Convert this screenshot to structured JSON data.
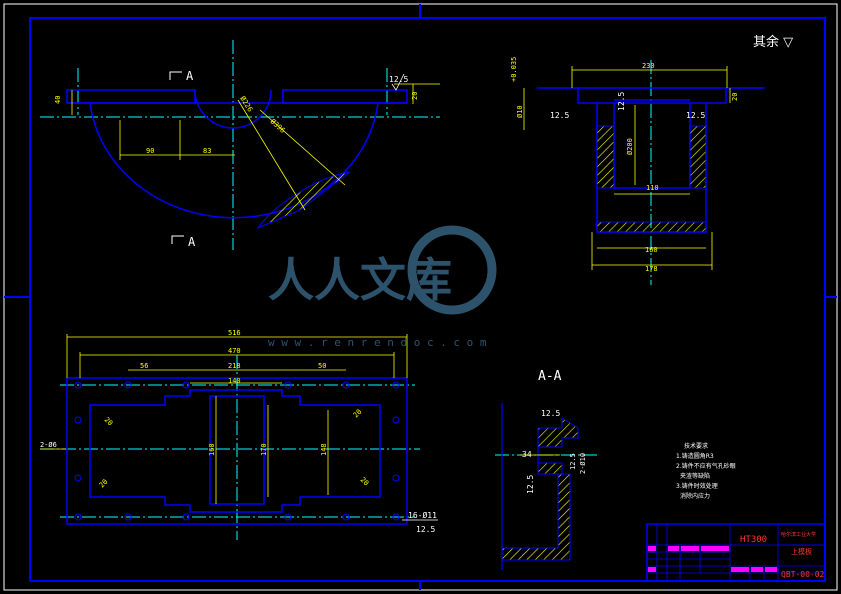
{
  "colors": {
    "background": "#000000",
    "outline": "#0000FF",
    "dimension": "#FFFF00",
    "center": "#00FFFF",
    "hatch": "#FFFF00",
    "text": "#FFFFFF",
    "title_red": "#FF3333",
    "title_magenta": "#FF00FF",
    "watermark": "#3C6E8F"
  },
  "top_view": {
    "section_mark_top": "A",
    "section_mark_bottom": "A",
    "dims": {
      "left_height": "40",
      "span_90": "90",
      "span_83": "83",
      "dia_small": "Ø226",
      "dia_large": "Ø396",
      "right_height": "20",
      "roughness": "12.5"
    }
  },
  "side_view": {
    "roughness_note": "其余 ▽",
    "dims": {
      "tolerance": "+0.035",
      "top_width": "230",
      "flange": "20",
      "dia_inner": "Ø10",
      "rough_left": "12.5",
      "rough_mid": "12.5",
      "rough_right": "12.5",
      "dia_bore": "Ø200",
      "bore_width": "110",
      "inner_width": "160",
      "base_width": "178"
    }
  },
  "plan_view": {
    "dims": {
      "overall": "516",
      "inner": "470",
      "gap_left": "56",
      "mid": "218",
      "gap_right": "50",
      "center_span": "140",
      "r_left_top": "20",
      "r_right_top": "20",
      "r_left_bot": "20",
      "r_right_bot": "20",
      "h1": "160",
      "h2": "170",
      "h3": "148",
      "side_dim": "2-Ø6",
      "holes": "16-Ø11",
      "roughness": "12.5"
    }
  },
  "section_view": {
    "label": "A-A",
    "dims": {
      "rough_top": "12.5",
      "rough_left": "12.5",
      "rough_mid": "12.5",
      "width": "34",
      "dia": "2-Ø10"
    }
  },
  "notes": {
    "title": "技术要求",
    "lines": [
      "1.铸造圆角R3",
      "2.铸件不应有气孔砂眼",
      "夹渣等缺陷",
      "3.铸件时效处理",
      "消除内应力"
    ]
  },
  "title_block": {
    "material": "HT300",
    "school": "哈尔滨工业大学",
    "part_name": "上模板",
    "drawing_no": "QBT-00-02"
  },
  "watermark": {
    "brand": "人人文库",
    "url": "w w w . r e n r e n d o c . c o m"
  }
}
